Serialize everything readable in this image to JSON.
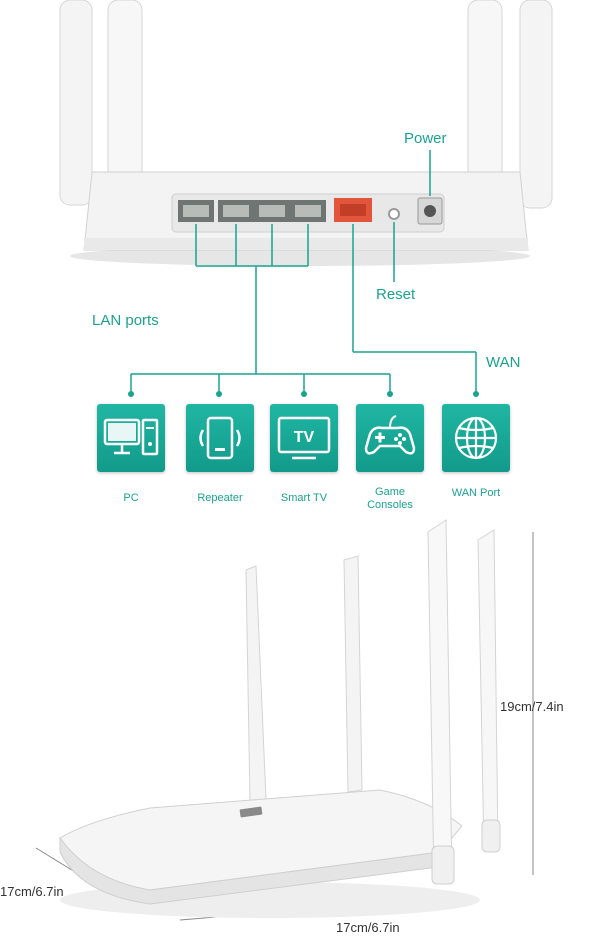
{
  "colors": {
    "accent": "#1aa38f",
    "wan_port": "#e2553b",
    "router_body": "#f2f2f2"
  },
  "labels": {
    "power": "Power",
    "reset": "Reset",
    "lan_ports": "LAN ports",
    "wan": "WAN"
  },
  "devices": [
    {
      "icon": "monitor-pc-icon",
      "label": "PC"
    },
    {
      "icon": "repeater-icon",
      "label": "Repeater"
    },
    {
      "icon": "tv-icon",
      "label": "Smart TV",
      "screen_text": "TV"
    },
    {
      "icon": "gamepad-icon",
      "label": "Game Consoles"
    },
    {
      "icon": "globe-icon",
      "label": "WAN Port"
    }
  ],
  "dimensions": {
    "height": "19cm/7.4in",
    "depth": "17cm/6.7in",
    "width": "17cm/6.7in"
  }
}
